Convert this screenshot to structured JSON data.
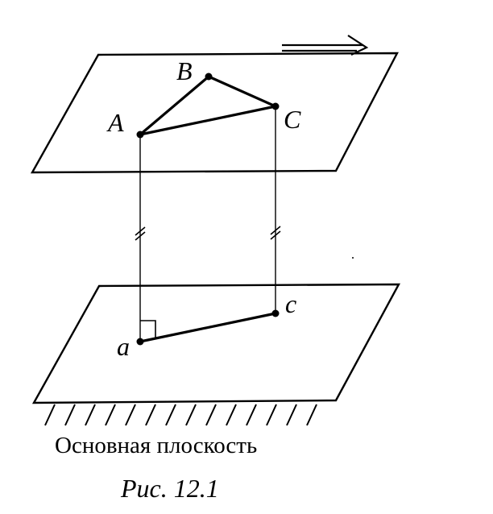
{
  "points": {
    "A": "A",
    "B": "B",
    "C": "C",
    "a": "a",
    "c": "c"
  },
  "base_plane_label": "Основная плоскость",
  "caption": "Рис. 12.1"
}
